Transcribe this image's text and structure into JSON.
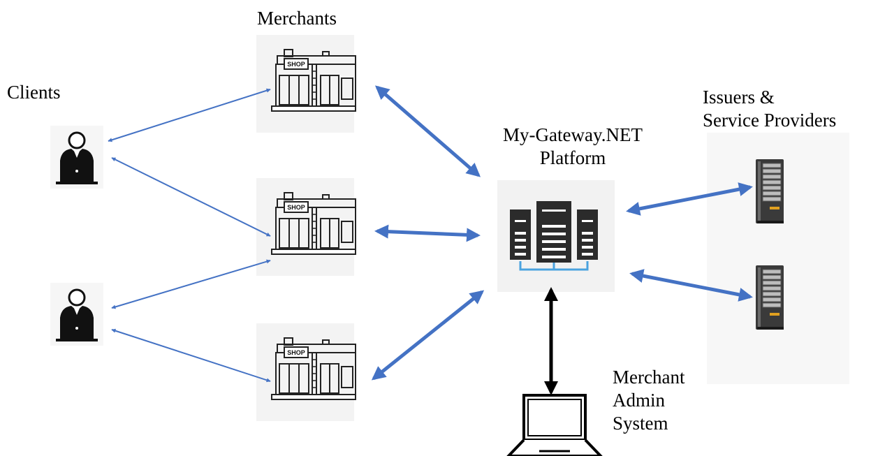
{
  "labels": {
    "merchants": "Merchants",
    "clients": "Clients",
    "platform_line1": "My-Gateway.NET",
    "platform_line2": "Platform",
    "issuers_line1": "Issuers &",
    "issuers_line2": "Service Providers",
    "admin_line1": "Merchant",
    "admin_line2": "Admin",
    "admin_line3": "System"
  },
  "shop_sign": "SHOP",
  "nodes": {
    "clients": [
      "client-1",
      "client-2"
    ],
    "merchants": [
      "merchant-1",
      "merchant-2",
      "merchant-3"
    ],
    "platform": "platform-server",
    "issuers": [
      "issuer-server-1",
      "issuer-server-2"
    ],
    "admin": "merchant-admin-laptop"
  },
  "colors": {
    "arrow_blue": "#4472c4",
    "arrow_black": "#000000",
    "icon_dark": "#2b2b2b",
    "platform_accent": "#4aa3df"
  },
  "icons": {
    "client": "user-laptop-icon",
    "merchant": "shop-icon",
    "platform": "server-rack-icon",
    "issuer": "tower-server-icon",
    "admin": "laptop-icon"
  }
}
